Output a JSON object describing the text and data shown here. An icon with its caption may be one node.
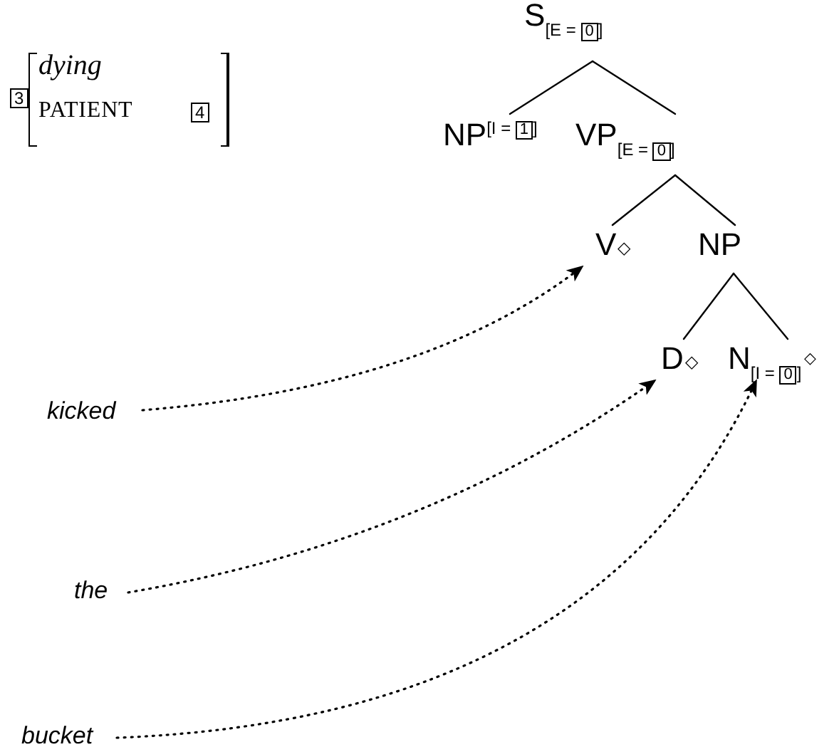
{
  "diagram": {
    "nodes": [
      {
        "text": [
          "3"
        ]
      },
      {
        "text": [
          "4"
        ]
      },
      {
        "text": [
          "S",
          "[E = 0]"
        ]
      },
      {
        "text": [
          "NP",
          "[I = 1]"
        ]
      },
      {
        "text": [
          "VP",
          "[E = 0]"
        ]
      },
      {
        "text": [
          "V",
          "◇"
        ]
      },
      {
        "text": [
          "NP"
        ]
      },
      {
        "text": [
          "D",
          "◇"
        ]
      },
      {
        "text": [
          "N",
          "[I = 0]",
          "◇"
        ]
      },
      {
        "text": [
          "kicked"
        ]
      },
      {
        "text": [
          "the"
        ]
      },
      {
        "text": [
          "bucket"
        ]
      }
    ],
    "edges": [
      {
        "from": 2,
        "to": 3,
        "arrow": "none"
      },
      {
        "from": 2,
        "to": 4,
        "arrow": "none"
      },
      {
        "from": 4,
        "to": 5,
        "arrow": "none"
      },
      {
        "from": 4,
        "to": 6,
        "arrow": "none"
      },
      {
        "from": 6,
        "to": 7,
        "arrow": "none"
      },
      {
        "from": 6,
        "to": 8,
        "arrow": "none"
      },
      {
        "from": 9,
        "to": 5,
        "arrow": "to",
        "style": "dashed"
      },
      {
        "from": 10,
        "to": 7,
        "arrow": "to",
        "style": "dashed"
      },
      {
        "from": 11,
        "to": 8,
        "arrow": "to",
        "style": "dashed"
      }
    ],
    "labels": [
      "dying",
      "PATIENT"
    ]
  }
}
